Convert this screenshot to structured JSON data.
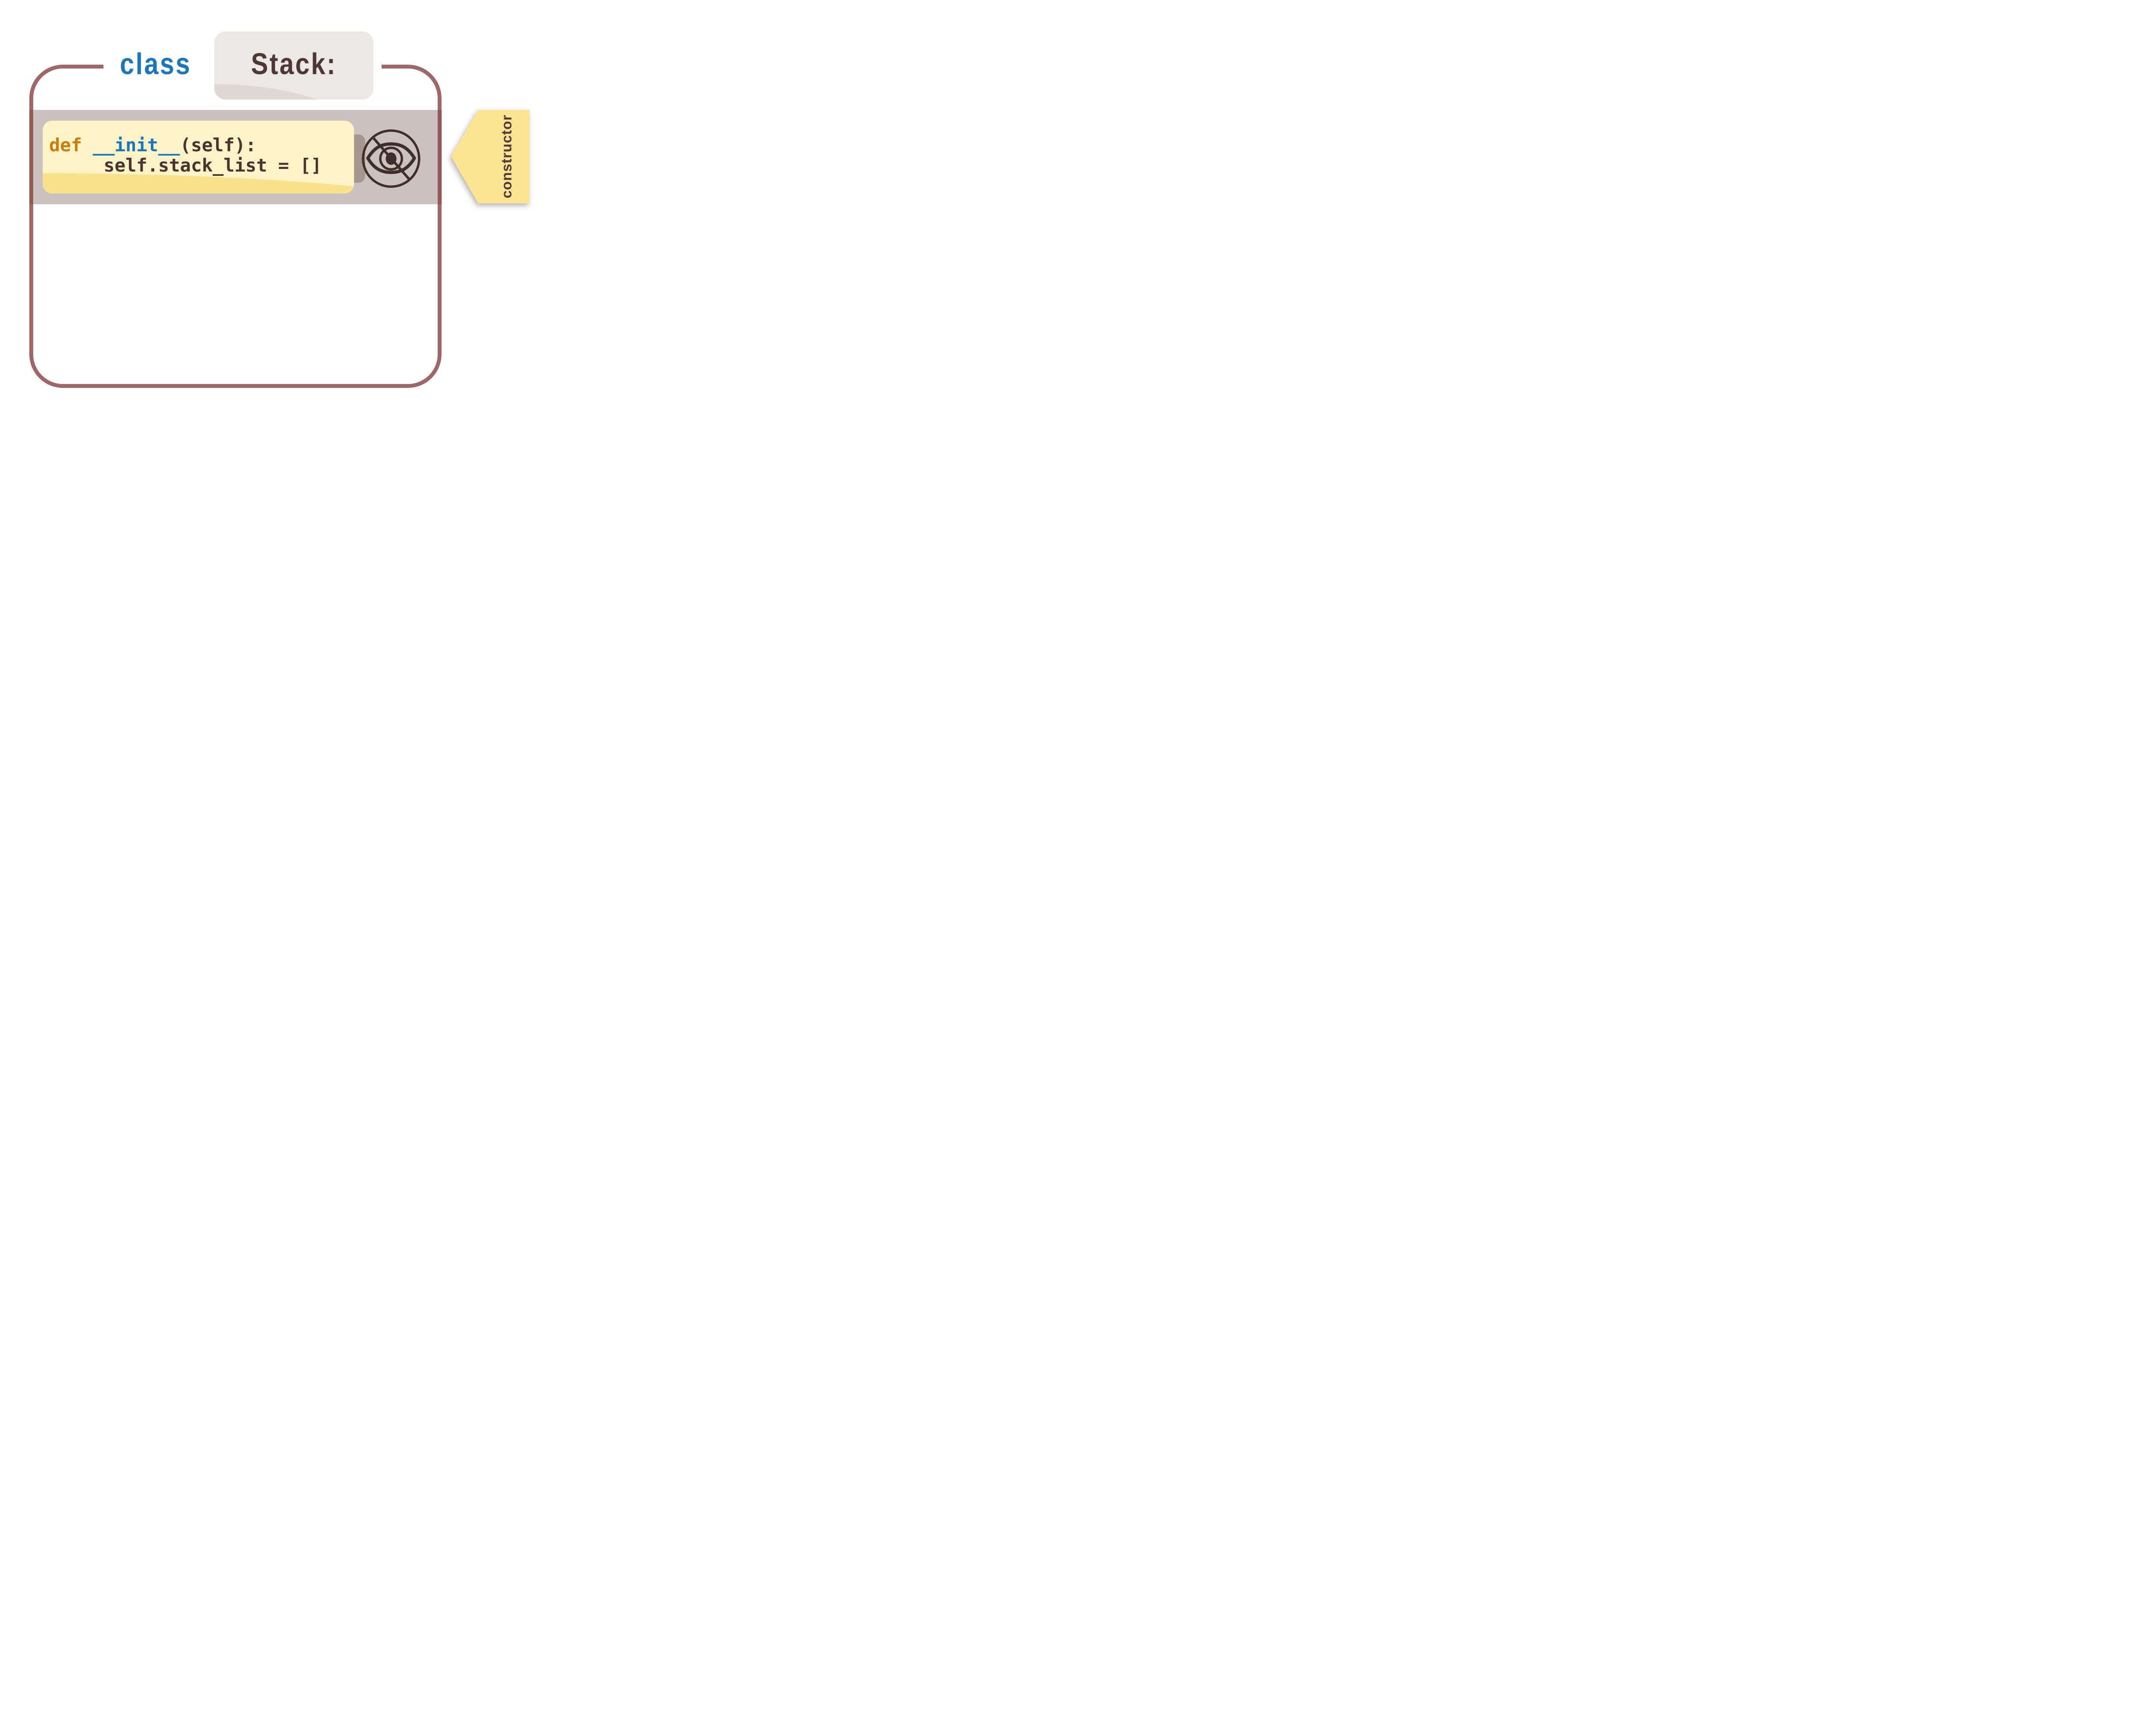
{
  "header": {
    "keyword": "class",
    "class_name": "Stack:"
  },
  "method_row": {
    "code_line1_keyword": "def ",
    "code_line1_name": "__init__",
    "code_line1_params": "(self):",
    "code_line2": "     self.stack_list = []",
    "visibility_icon": "eye-slash-icon"
  },
  "callout": {
    "label": "constructor"
  },
  "colors": {
    "blue": "#1b76be",
    "orange": "#c87d0e",
    "codeBrown": "#4a332e",
    "titleBrown": "#4f3735",
    "borderC": "rgba(130,62,60,0.78)",
    "band": "#cbc2bf",
    "yellow": "#fdf3c8",
    "yellowDark": "#f9e28a",
    "badge": "#ece8e5",
    "badgeDark": "#e0d8d4",
    "tab": "#a5978f",
    "icon": "#3f2e29",
    "callout": "#fbe492",
    "calloutText": "#533b35"
  }
}
